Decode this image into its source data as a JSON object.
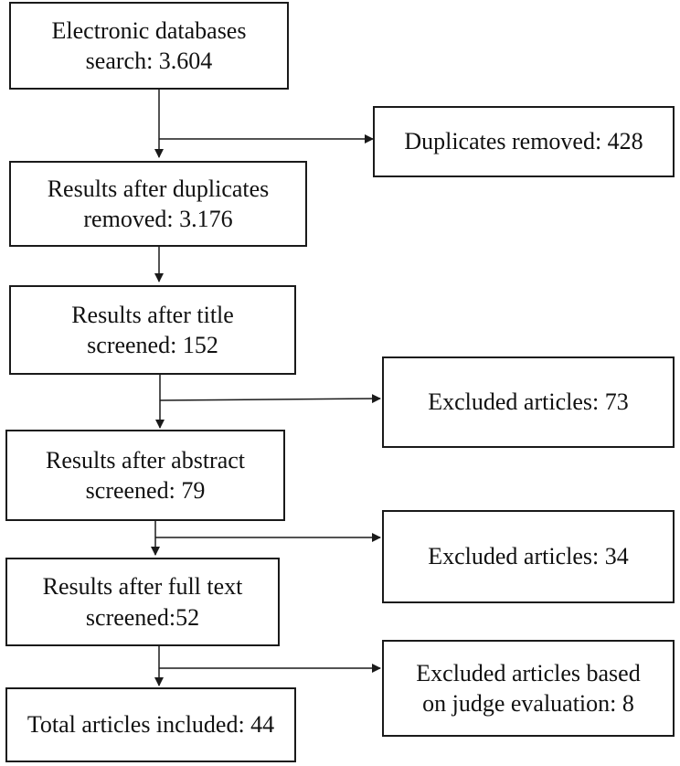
{
  "diagram": {
    "boxes": {
      "search": "Electronic databases\nsearch: 3.604",
      "duplicates_removed": "Duplicates removed: 428",
      "after_duplicates": "Results after duplicates\nremoved: 3.176",
      "after_title": "Results after title\nscreened: 152",
      "excluded_title": "Excluded articles: 73",
      "after_abstract": "Results after abstract\nscreened: 79",
      "excluded_abstract": "Excluded articles: 34",
      "after_fulltext": "Results after full text\nscreened:52",
      "excluded_judge": "Excluded articles based\non judge evaluation: 8",
      "included": "Total articles included: 44"
    },
    "line_color": "#1a1a1a"
  }
}
